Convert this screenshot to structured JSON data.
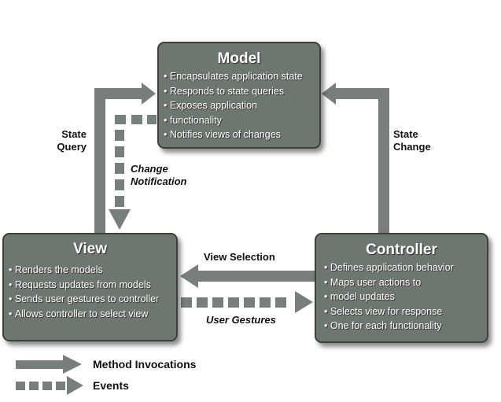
{
  "model": {
    "title": "Model",
    "items": [
      "Encapsulates application state",
      "Responds to state queries",
      "Exposes application",
      "functionality",
      "Notifies views of changes"
    ]
  },
  "view": {
    "title": "View",
    "items": [
      "Renders the models",
      "Requests updates from models",
      "Sends user gestures to controller",
      "Allows controller to select view"
    ]
  },
  "controller": {
    "title": "Controller",
    "items": [
      "Defines application behavior",
      "Maps user actions to",
      "model updates",
      "Selects view for response",
      "One for each functionality"
    ]
  },
  "labels": {
    "state_query": "State Query",
    "state_change": "State Change",
    "change_notification": "Change Notification",
    "view_selection": "View Selection",
    "user_gestures": "User Gestures"
  },
  "legend": {
    "method_invocations": "Method Invocations",
    "events": "Events"
  },
  "colors": {
    "box_fill": "#6e7672",
    "arrow_fill": "#787e7b",
    "text_on_box": "#ffffff"
  }
}
